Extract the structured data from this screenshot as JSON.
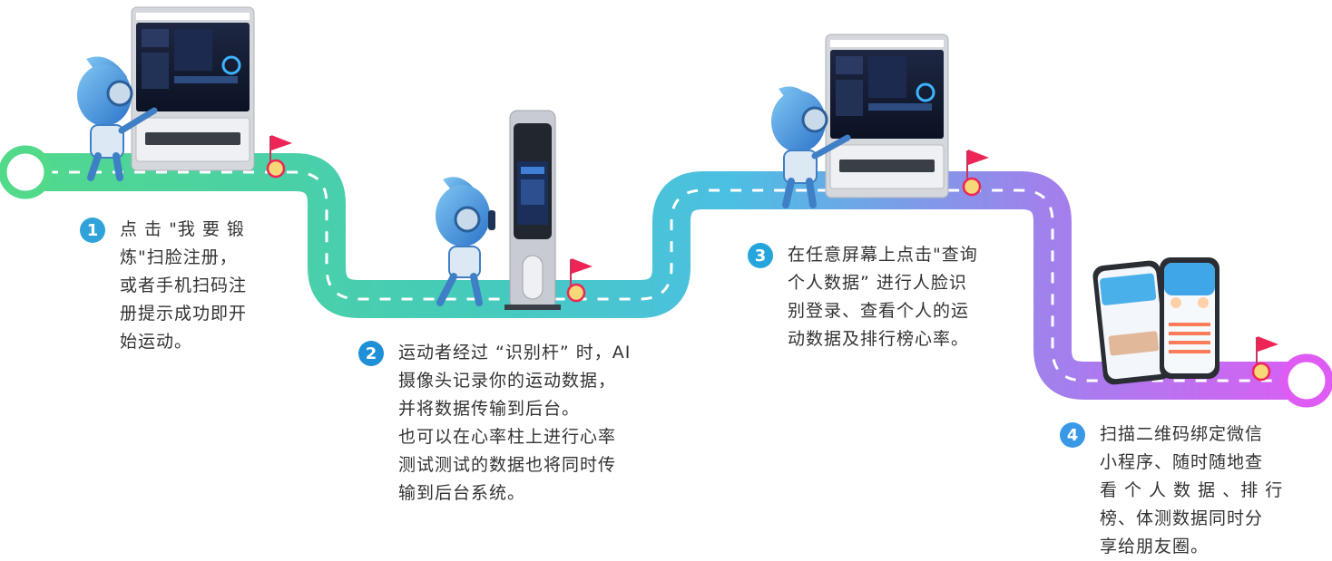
{
  "colors": {
    "track_start": "#4fd68c",
    "track_mid": "#49c3de",
    "track_end": "#d85ef3",
    "flag": "#ef2456",
    "badge_1": "#2fa3d9",
    "badge_2": "#1f8fd6",
    "badge_3": "#24a6dd",
    "badge_4": "#3a98e6"
  },
  "steps": [
    {
      "number": "1",
      "lines": [
        "点 击 \"我 要 锻",
        "炼\"扫脸注册，",
        "或者手机扫码注",
        "册提示成功即开",
        "始运动。"
      ]
    },
    {
      "number": "2",
      "lines": [
        "运动者经过 “识别杆” 时，AI",
        "摄像头记录你的运动数据，",
        "并将数据传输到后台。",
        "也可以在心率柱上进行心率",
        "测试测试的数据也将同时传",
        "输到后台系统。"
      ]
    },
    {
      "number": "3",
      "lines": [
        "在任意屏幕上点击\"查询",
        "个人数据” 进行人脸识",
        "别登录、查看个人的运",
        "动数据及排行榜心率。"
      ]
    },
    {
      "number": "4",
      "lines": [
        "扫描二维码绑定微信",
        "小程序、随时随地查",
        "看 个 人 数 据 、排 行",
        "榜、体测数据同时分",
        "享给朋友圈。"
      ]
    }
  ],
  "devices": {
    "kiosk_1": "kiosk-screen",
    "pole": "recognition-pole",
    "kiosk_2": "kiosk-screen",
    "phones": "mini-program-phones"
  }
}
